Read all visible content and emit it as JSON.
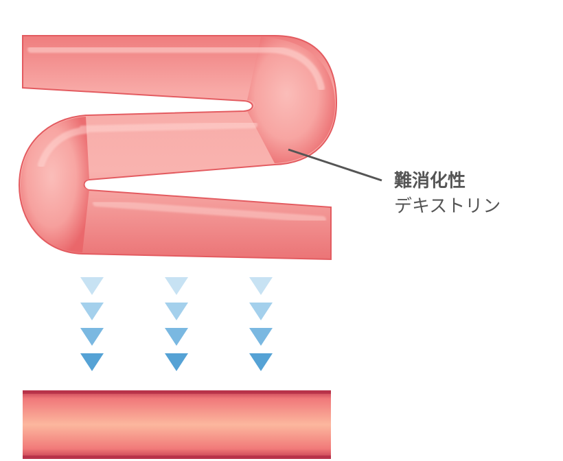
{
  "label": {
    "line1": "難消化性",
    "line2": "デキストリン"
  },
  "colors": {
    "tube_fill": "#f7a6a3",
    "tube_edge": "#e9585c",
    "tube_highlight": "#ffd6d3",
    "band_top": "#c0394d",
    "leader_line": "#555555",
    "arrow_levels": [
      "#c7e2f3",
      "#a4d0ec",
      "#7ab8e1",
      "#55a2d5"
    ]
  },
  "arrows": {
    "columns": 3,
    "rows": 4
  }
}
